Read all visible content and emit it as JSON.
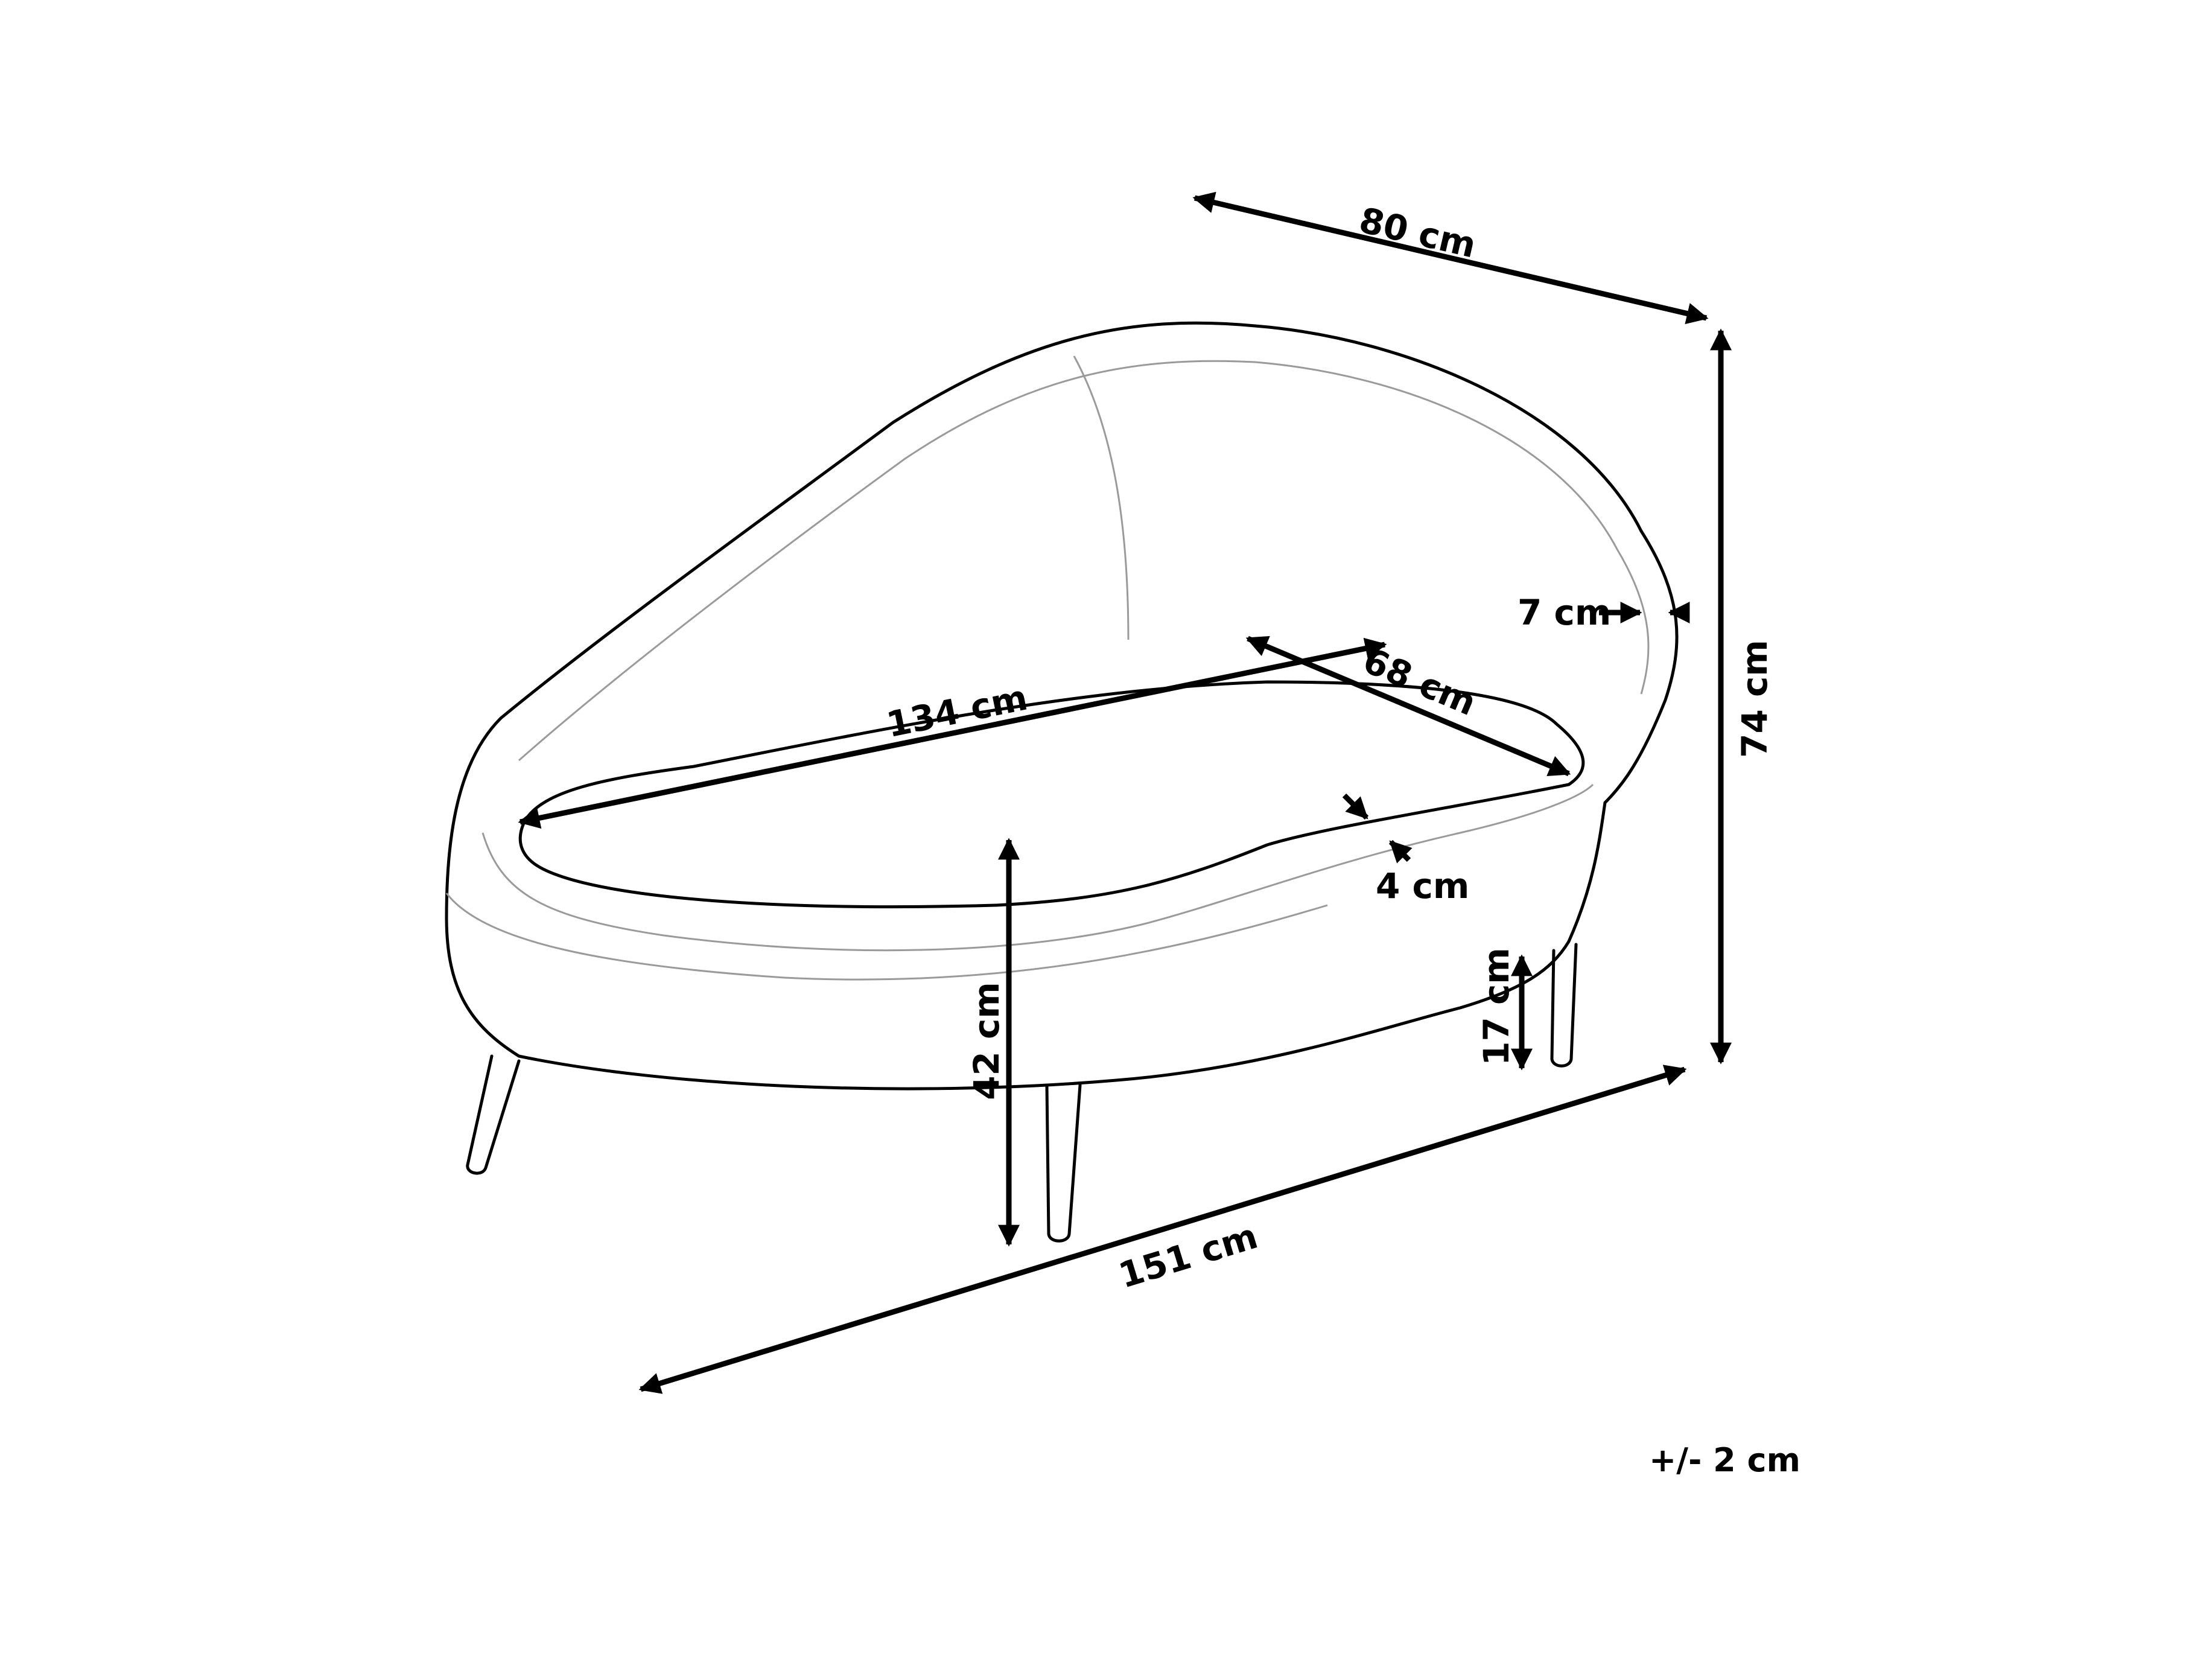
{
  "diagram": {
    "labels": {
      "depth": "80 cm",
      "height": "74 cm",
      "armrest_thickness": "7 cm",
      "seat_length": "134 cm",
      "seat_depth": "68 cm",
      "cushion_thickness": "4 cm",
      "seat_height": "42 cm",
      "leg_height": "17 cm",
      "total_length": "151 cm"
    },
    "tolerance": "+/- 2 cm",
    "colors": {
      "line": "#000000",
      "seam": "#9a9a9a",
      "background": "#ffffff"
    }
  }
}
